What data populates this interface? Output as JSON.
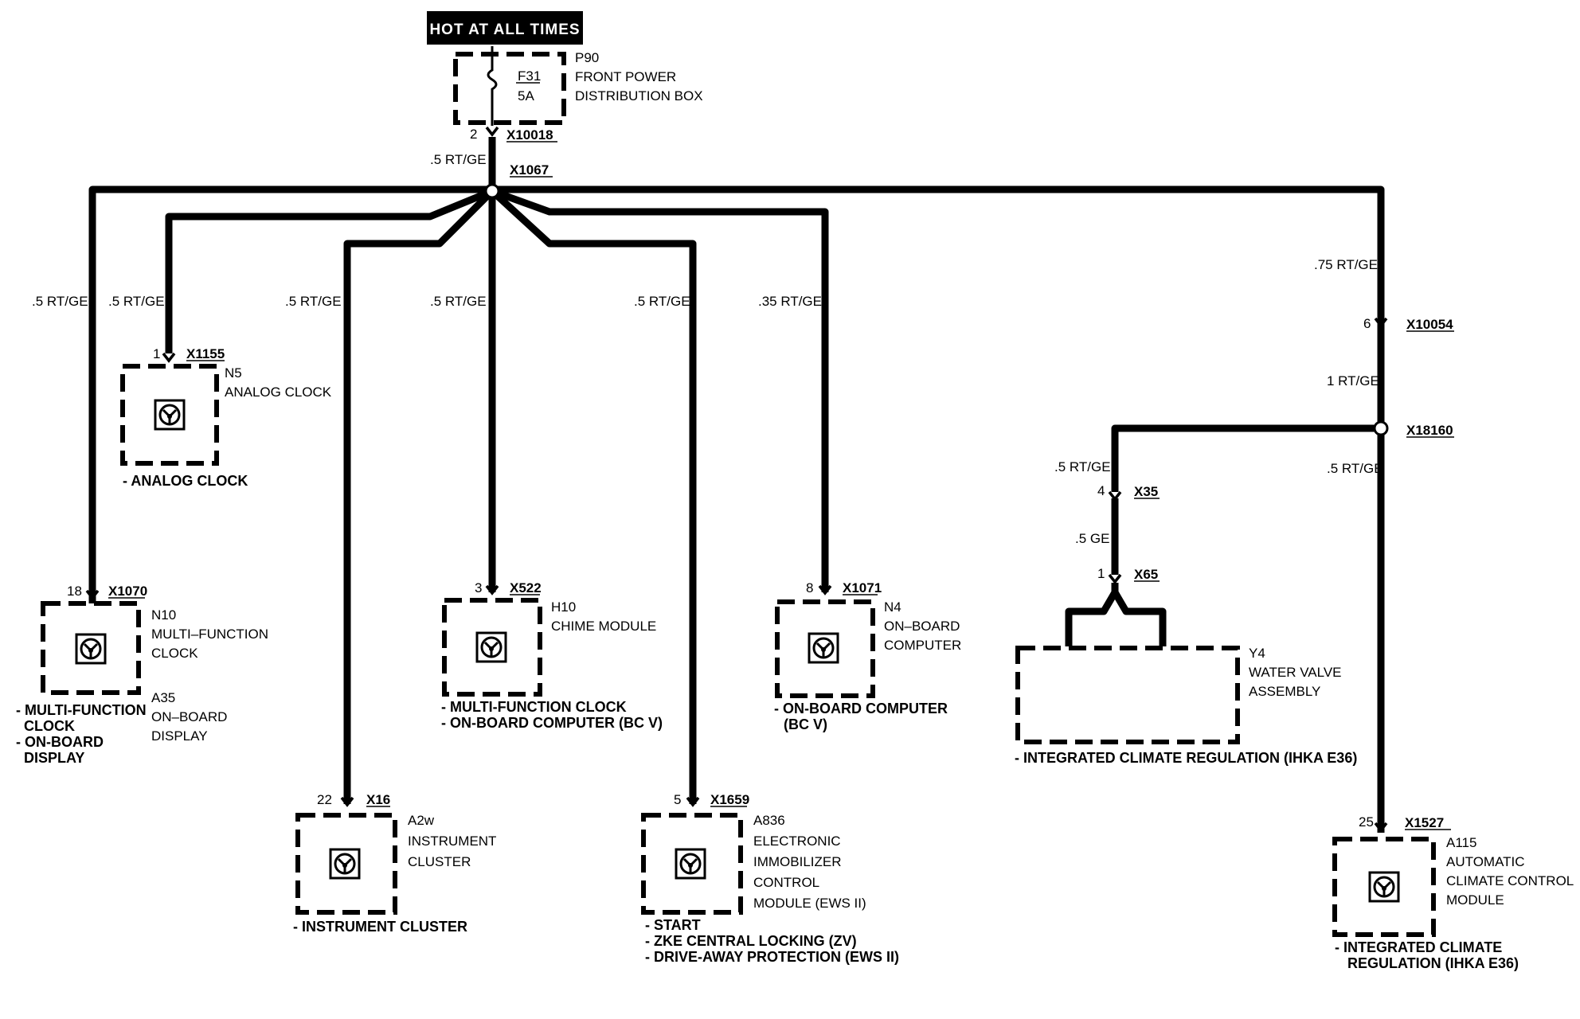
{
  "source": {
    "hot_label": "HOT AT ALL TIMES",
    "box_id": "P90",
    "box_name_1": "FRONT POWER",
    "box_name_2": "DISTRIBUTION BOX",
    "fuse_id": "F31",
    "fuse_rating": "5A",
    "pin": "2",
    "connector": "X10018",
    "wire": ".5 RT/GE",
    "splice": "X1067"
  },
  "branches": {
    "n10": {
      "wire": ".5 RT/GE",
      "pin": "18",
      "connector": "X1070"
    },
    "n5": {
      "wire": ".5 RT/GE",
      "pin": "1",
      "connector": "X1155"
    },
    "a2w": {
      "wire": ".5 RT/GE",
      "pin": "22",
      "connector": "X16"
    },
    "h10": {
      "wire": ".5 RT/GE",
      "pin": "3",
      "connector": "X522"
    },
    "a836": {
      "wire": ".5 RT/GE",
      "pin": "5",
      "connector": "X1659"
    },
    "n4": {
      "wire": ".35 RT/GE",
      "pin": "8",
      "connector": "X1071"
    },
    "right": {
      "wire_main": ".75 RT/GE",
      "pin_6": "6",
      "connector_x10054": "X10054",
      "wire_1": "1 RT/GE",
      "splice": "X18160",
      "wire_y4": ".5 RT/GE",
      "pin_4": "4",
      "connector_x35": "X35",
      "wire_ge": ".5 GE",
      "pin_1": "1",
      "connector_x65": "X65",
      "wire_a115": ".5 RT/GE",
      "pin_25": "25",
      "connector_x1527": "X1527"
    }
  },
  "components": {
    "n5": {
      "id": "N5",
      "name_1": "ANALOG CLOCK",
      "note": "- ANALOG CLOCK"
    },
    "n10": {
      "id": "N10",
      "name_1": "MULTI–FUNCTION",
      "name_2": "CLOCK",
      "id_2": "A35",
      "name_3": "ON–BOARD",
      "name_4": "DISPLAY",
      "note_1": "- MULTI-FUNCTION",
      "note_2": "CLOCK",
      "note_3": "- ON-BOARD",
      "note_4": "DISPLAY"
    },
    "h10": {
      "id": "H10",
      "name_1": "CHIME MODULE",
      "note_1": "- MULTI-FUNCTION CLOCK",
      "note_2": "- ON-BOARD COMPUTER (BC V)"
    },
    "n4": {
      "id": "N4",
      "name_1": "ON–BOARD",
      "name_2": "COMPUTER",
      "note_1": "- ON-BOARD COMPUTER",
      "note_2": "(BC V)"
    },
    "a2w": {
      "id": "A2w",
      "name_1": "INSTRUMENT",
      "name_2": "CLUSTER",
      "note": "- INSTRUMENT CLUSTER"
    },
    "a836": {
      "id": "A836",
      "name_1": "ELECTRONIC",
      "name_2": "IMMOBILIZER",
      "name_3": "CONTROL",
      "name_4": "MODULE (EWS II)",
      "note_1": "- START",
      "note_2": "- ZKE CENTRAL LOCKING (ZV)",
      "note_3": "- DRIVE-AWAY PROTECTION (EWS II)"
    },
    "y4": {
      "id": "Y4",
      "name_1": "WATER VALVE",
      "name_2": "ASSEMBLY",
      "note": "- INTEGRATED CLIMATE REGULATION (IHKA E36)"
    },
    "a115": {
      "id": "A115",
      "name_1": "AUTOMATIC",
      "name_2": "CLIMATE CONTROL",
      "name_3": "MODULE",
      "note_1": "- INTEGRATED CLIMATE",
      "note_2": "REGULATION (IHKA E36)"
    }
  }
}
